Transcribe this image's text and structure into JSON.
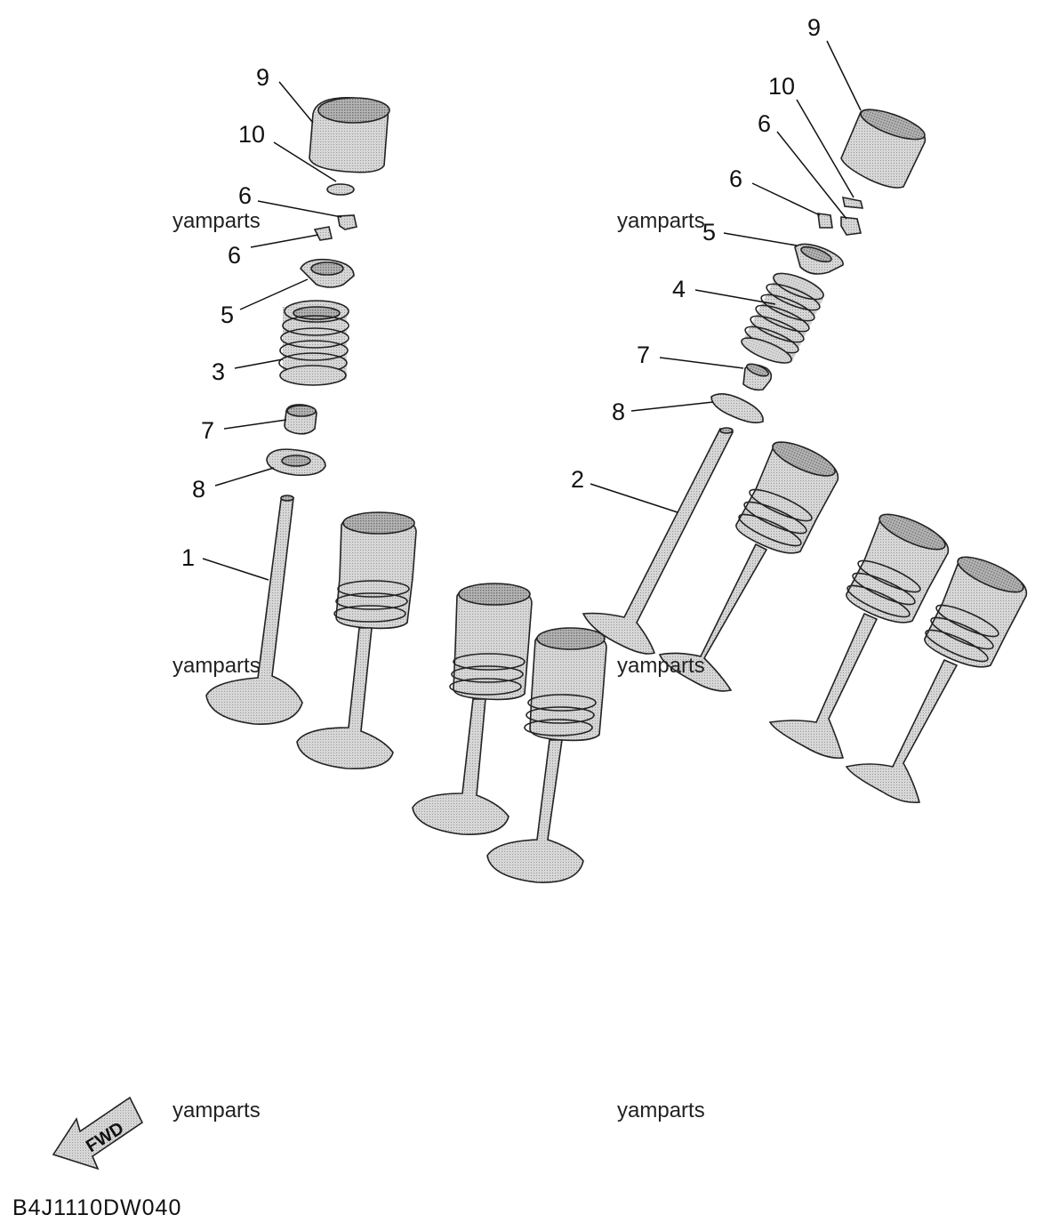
{
  "labels": {
    "left": {
      "9": "9",
      "10": "10",
      "6a": "6",
      "6b": "6",
      "5": "5",
      "3": "3",
      "7": "7",
      "8": "8",
      "1": "1"
    },
    "right": {
      "9": "9",
      "10": "10",
      "6a": "6",
      "6b": "6",
      "5": "5",
      "4": "4",
      "7": "7",
      "8": "8",
      "2": "2"
    }
  },
  "watermarks": [
    "yamparts",
    "yamparts",
    "yamparts",
    "yamparts",
    "yamparts",
    "yamparts"
  ],
  "fwd_arrow": {
    "text": "FWD"
  },
  "diagram_code": "B4J1110DW040",
  "colors": {
    "part_fill": "#c8c8c8",
    "part_dark": "#8f8f8f",
    "line": "#222222"
  },
  "icons": {
    "fwd": "fwd-arrow-icon"
  }
}
